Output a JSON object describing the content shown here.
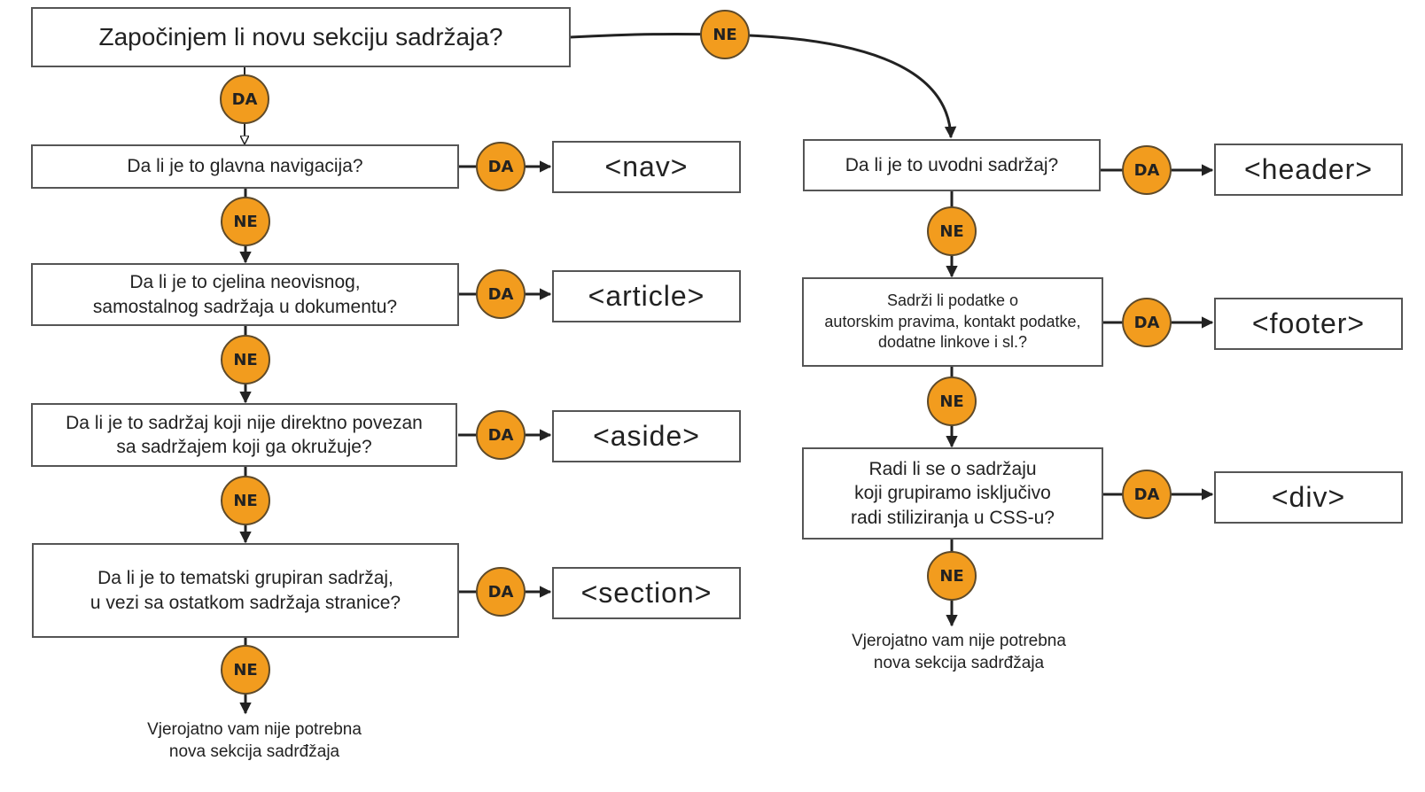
{
  "colors": {
    "badge_fill": "#f29c1e",
    "line": "#222222",
    "box_border": "#555555"
  },
  "start": {
    "question": "Započinjem li novu sekciju sadržaja?"
  },
  "labels": {
    "yes": "DA",
    "no": "NE"
  },
  "left_branch": [
    {
      "question": "Da li je to glavna navigacija?",
      "element": "<nav>"
    },
    {
      "question": "Da li je to cjelina neovisnog,\nsamostalnog sadržaja u dokumentu?",
      "element": "<article>"
    },
    {
      "question": "Da li je to sadržaj koji nije direktno povezan\nsa sadržajem koji ga okružuje?",
      "element": "<aside>"
    },
    {
      "question": "Da li je to tematski grupiran sadržaj,\nu vezi sa ostatkom sadržaja stranice?",
      "element": "<section>"
    }
  ],
  "right_branch": [
    {
      "question": "Da li je to uvodni sadržaj?",
      "element": "<header>"
    },
    {
      "question": "Sadrži li podatke o\nautorskim pravima, kontakt podatke,\ndodatne linkove i sl.?",
      "element": "<footer>"
    },
    {
      "question": "Radi li se o sadržaju\nkoji grupiramo isključivo\nradi stiliziranja u CSS-u?",
      "element": "<div>"
    }
  ],
  "end_notes": {
    "left": "Vjerojatno vam nije potrebna\nnova sekcija sadrđžaja",
    "right": "Vjerojatno vam nije potrebna\nnova sekcija sadrđžaja"
  }
}
